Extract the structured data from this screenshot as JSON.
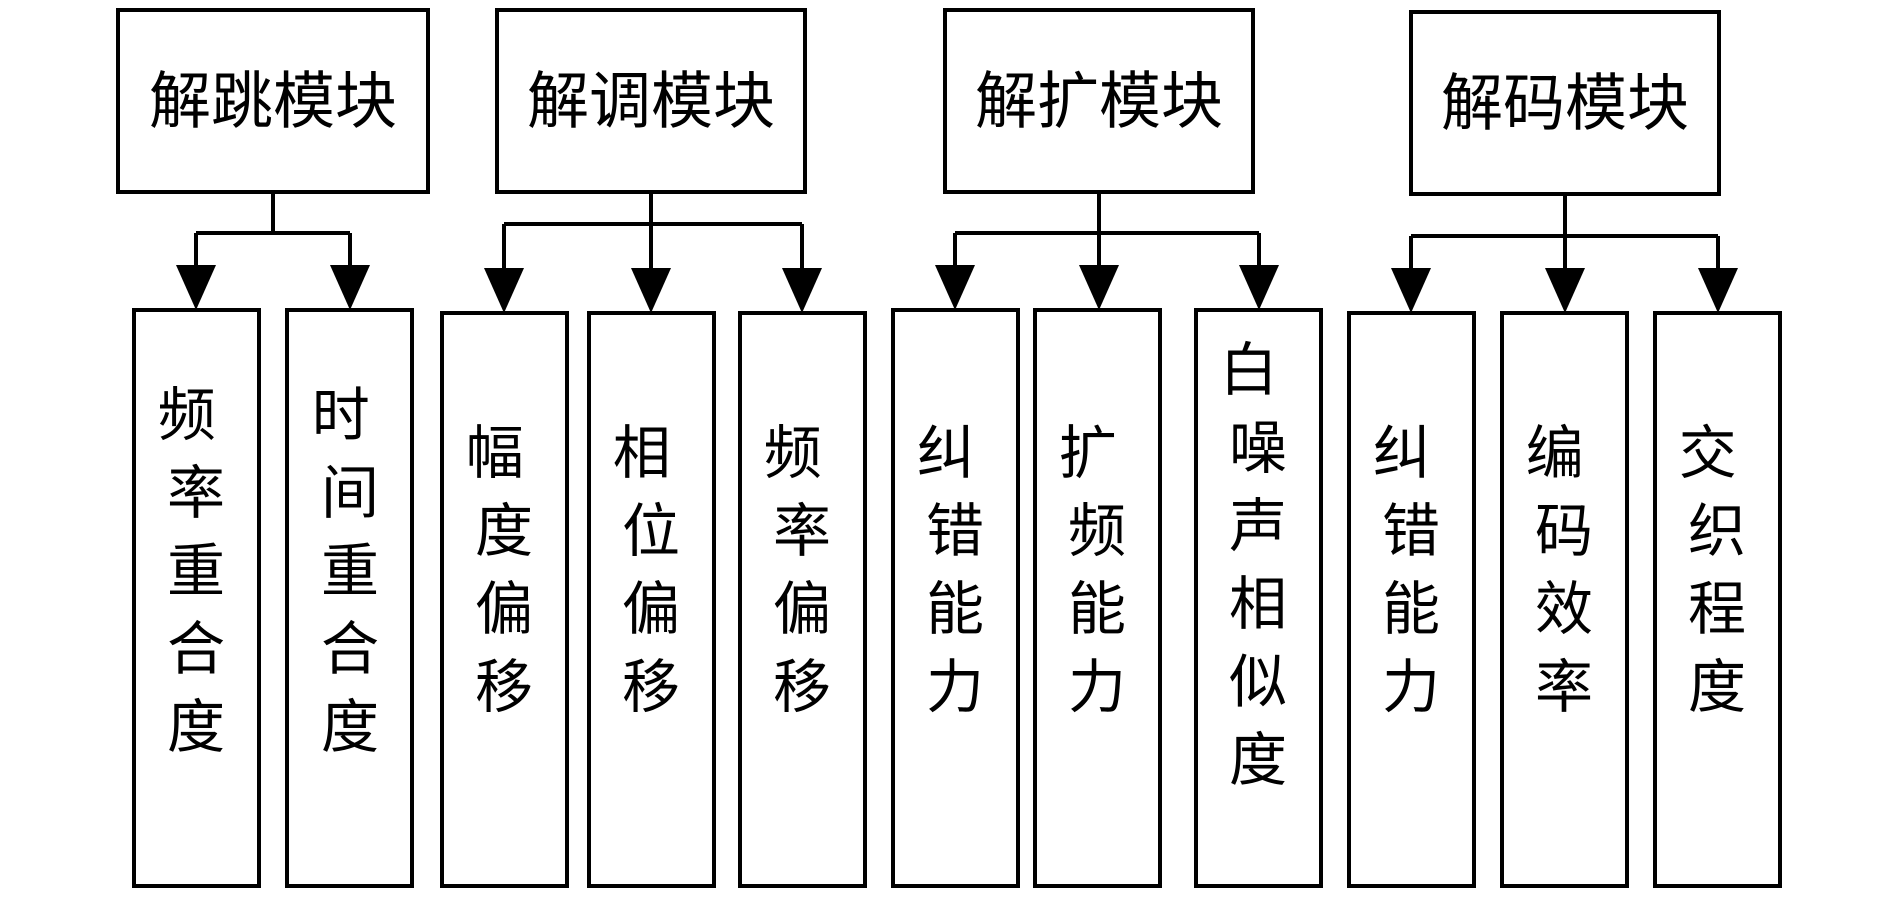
{
  "modules": [
    {
      "label": "解跳模块",
      "children": [
        "频率重合度",
        "时间重合度"
      ]
    },
    {
      "label": "解调模块",
      "children": [
        "幅度偏移",
        "相位偏移",
        "频率偏移"
      ]
    },
    {
      "label": "解扩模块",
      "children": [
        "纠错能力",
        "扩频能力",
        "白噪声相似度"
      ]
    },
    {
      "label": "解码模块",
      "children": [
        "纠错能力",
        "编码效率",
        "交织程度"
      ]
    }
  ]
}
